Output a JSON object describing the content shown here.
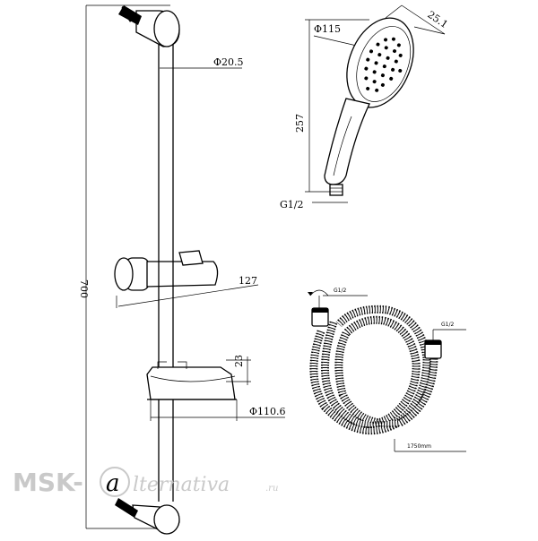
{
  "dimensions": {
    "bar_height": "700",
    "bar_diameter": "Φ20.5",
    "slider_width": "127",
    "soap_dish_height": "23",
    "soap_dish_diameter": "Φ110.6",
    "head_diameter": "Φ115",
    "head_thickness": "25.1",
    "handshower_length": "257",
    "handshower_thread": "G1/2",
    "hose_thread_left": "G1/2",
    "hose_thread_right": "G1/2",
    "hose_length": "1750mm"
  },
  "watermark": {
    "prefix": "MSK-",
    "brand": "lternativa",
    "suffix": ".ru"
  }
}
